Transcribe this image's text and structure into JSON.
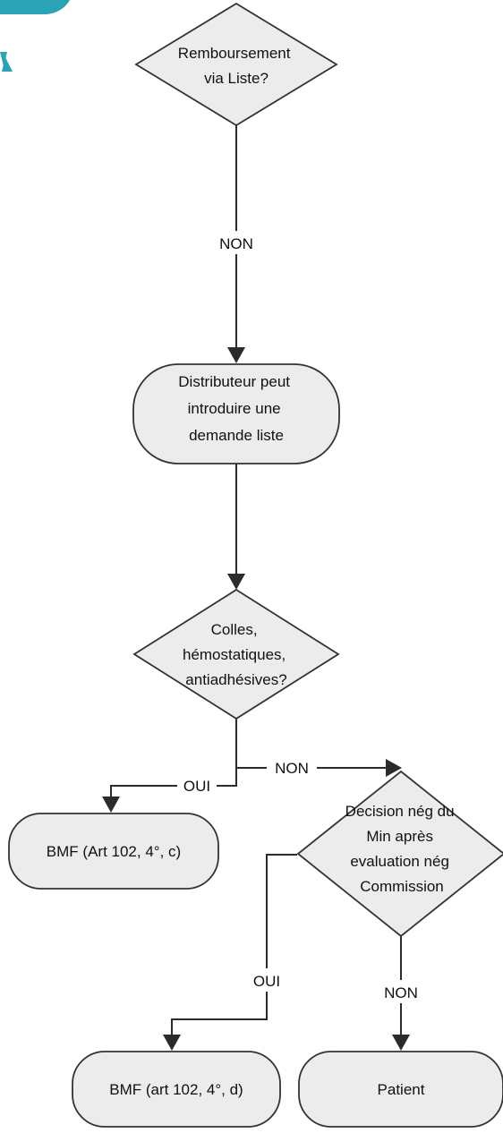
{
  "decision_remboursement": {
    "line1": "Remboursement",
    "line2": "via Liste?"
  },
  "label_non_1": "NON",
  "process_distributeur": {
    "line1": "Distributeur peut",
    "line2": "introduire une",
    "line3": "demande liste"
  },
  "decision_colles": {
    "line1": "Colles,",
    "line2": "hémostatiques,",
    "line3": "antiadhésives?"
  },
  "label_oui_1": "OUI",
  "label_non_2": "NON",
  "terminal_bmf_c": "BMF (Art 102, 4°, c)",
  "decision_min": {
    "line1": "Decision nég du",
    "line2": "Min après",
    "line3": "evaluation nég",
    "line4": "Commission"
  },
  "label_oui_2": "OUI",
  "label_non_3": "NON",
  "terminal_bmf_d": "BMF (art 102, 4°, d)",
  "terminal_patient": "Patient",
  "colors": {
    "shape_fill": "#ececec",
    "stroke": "#333333",
    "logo_accent": "#2aa3b4"
  }
}
